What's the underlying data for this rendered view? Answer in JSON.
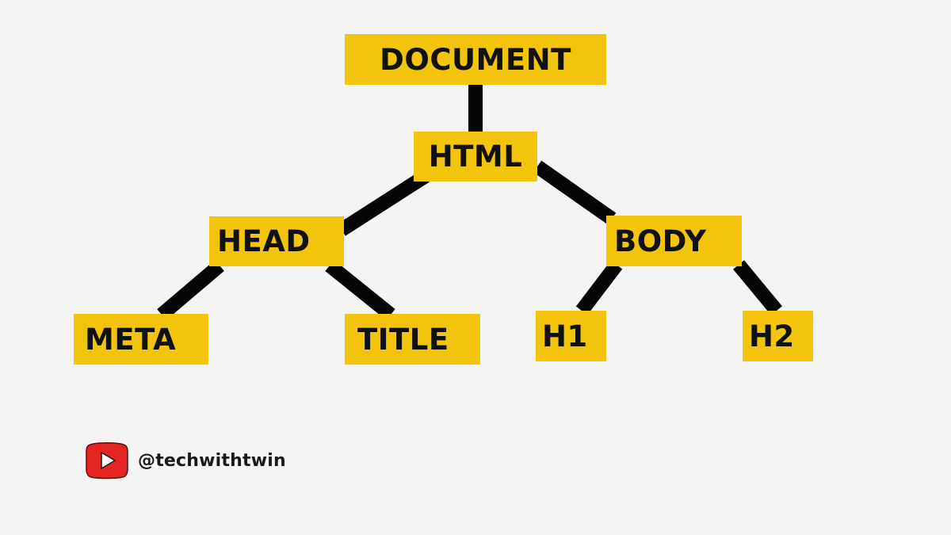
{
  "tree": {
    "root": "DOCUMENT",
    "html": "HTML",
    "head": "HEAD",
    "body": "BODY",
    "meta": "META",
    "title": "TITLE",
    "h1": "H1",
    "h2": "H2"
  },
  "edges": [
    [
      "DOCUMENT",
      "HTML"
    ],
    [
      "HTML",
      "HEAD"
    ],
    [
      "HTML",
      "BODY"
    ],
    [
      "HEAD",
      "META"
    ],
    [
      "HEAD",
      "TITLE"
    ],
    [
      "BODY",
      "H1"
    ],
    [
      "BODY",
      "H2"
    ]
  ],
  "channel": {
    "icon": "youtube-icon",
    "handle": "@techwithtwin"
  },
  "colors": {
    "background": "#f4f4f4",
    "node_fill": "#f2c40c",
    "node_text": "#111111",
    "connector": "#050505",
    "youtube_red": "#e52521"
  }
}
